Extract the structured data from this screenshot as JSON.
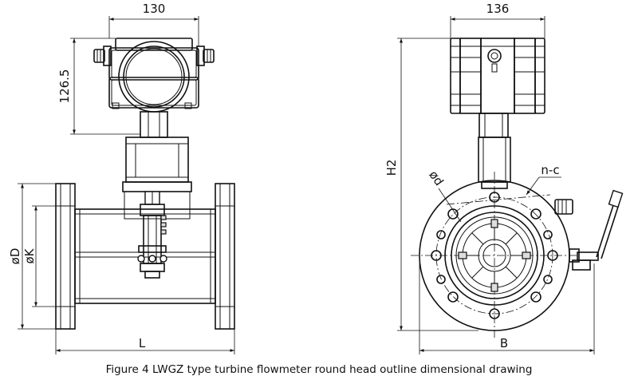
{
  "dimensions": {
    "top_width_left": "130",
    "top_width_right": "136",
    "height_transmitter": "126.5",
    "overall_height": "H2",
    "flange_diameter": "øD",
    "bolt_circle": "øK",
    "length": "L",
    "width": "B",
    "bolt_hole_diameter": "ød",
    "bolt_count": "n-c"
  },
  "caption": "Figure 4 LWGZ type turbine flowmeter round head outline dimensional drawing"
}
